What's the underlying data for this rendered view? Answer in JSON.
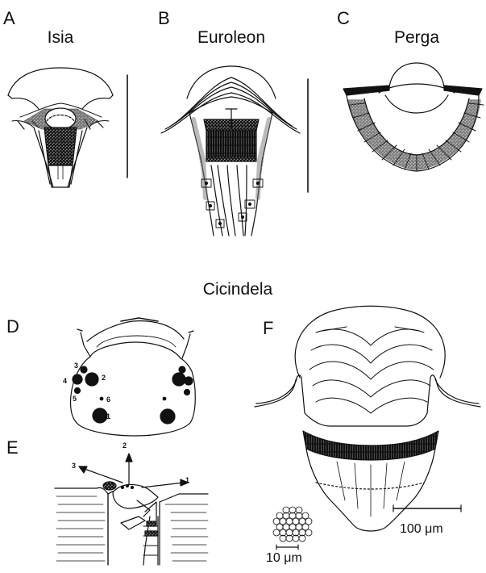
{
  "panels": {
    "A": {
      "letter": "A",
      "title": "Isia"
    },
    "B": {
      "letter": "B",
      "title": "Euroleon"
    },
    "C": {
      "letter": "C",
      "title": "Perga"
    },
    "D": {
      "letter": "D",
      "eye_numbers": [
        "1",
        "2",
        "3",
        "4",
        "5",
        "6"
      ]
    },
    "E": {
      "letter": "E",
      "arrow_numbers": [
        "1",
        "2",
        "3"
      ]
    },
    "F": {
      "letter": "F",
      "scale_main": "100 μm",
      "scale_inset": "10 μm"
    }
  },
  "group_title": "Cicindela"
}
